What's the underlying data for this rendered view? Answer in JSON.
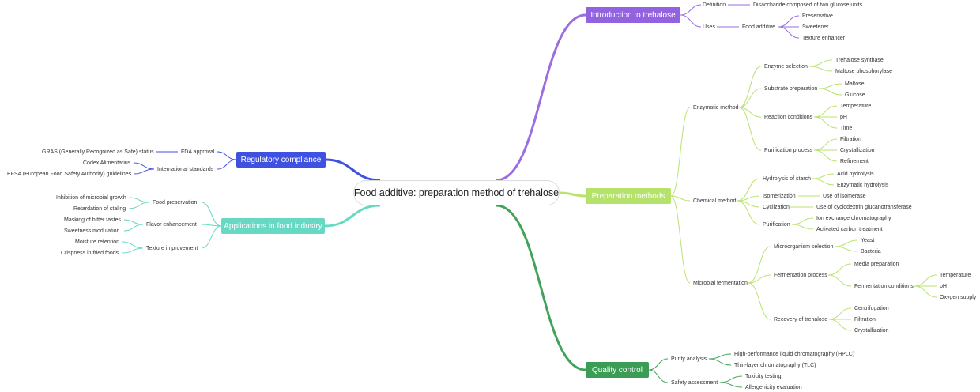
{
  "colors": {
    "purple": "#9a6ee0",
    "green": "#b9e36f",
    "darkgreen": "#41a35a",
    "blue": "#3f51e0",
    "teal": "#67d8c3"
  },
  "root": {
    "label": "Food additive: preparation method of trehalose"
  },
  "branches": [
    {
      "id": "intro",
      "label": "Introduction to trehalose",
      "color": "#9262e0"
    },
    {
      "id": "prep",
      "label": "Preparation methods",
      "color": "#b5e26a"
    },
    {
      "id": "quality",
      "label": "Quality control",
      "color": "#3b9c55"
    },
    {
      "id": "reg",
      "label": "Regulatory compliance",
      "color": "#3f51e0"
    },
    {
      "id": "app",
      "label": "Applications in food industry",
      "color": "#67d8c3"
    }
  ],
  "nodes": {
    "definition": "Definition",
    "disaccharide": "Disaccharide composed of two glucose units",
    "uses": "Uses",
    "food_additive": "Food additive",
    "preservative": "Preservative",
    "sweetener": "Sweetener",
    "texture_enhancer": "Texture enhancer",
    "enzymatic_method": "Enzymatic method",
    "enzyme_selection": "Enzyme selection",
    "trehalose_synthase": "Trehalose synthase",
    "maltose_phosphorylase": "Maltose phosphorylase",
    "substrate_preparation": "Substrate preparation",
    "maltose": "Maltose",
    "glucose": "Glucose",
    "reaction_conditions": "Reaction conditions",
    "temperature_1": "Temperature",
    "ph_1": "pH",
    "time": "Time",
    "purification_process": "Purification process",
    "filtration_1": "Filtration",
    "crystallization_1": "Crystallization",
    "refinement": "Refinement",
    "chemical_method": "Chemical method",
    "hydrolysis_of_starch": "Hydrolysis of starch",
    "acid_hydrolysis": "Acid hydrolysis",
    "enzymatic_hydrolysis": "Enzymatic hydrolysis",
    "isomerization": "Isomerization",
    "use_of_isomerase": "Use of isomerase",
    "cyclization": "Cyclization",
    "use_of_cyclodextrin": "Use of cyclodextrin glucanotransferase",
    "purification": "Purification",
    "ion_exchange": "Ion exchange chromatography",
    "activated_carbon": "Activated carbon treatment",
    "microbial_fermentation": "Microbial fermentation",
    "microorganism_selection": "Microorganism selection",
    "yeast": "Yeast",
    "bacteria": "Bacteria",
    "fermentation_process": "Fermentation process",
    "media_preparation": "Media preparation",
    "fermentation_conditions": "Fermentation conditions",
    "temperature_2": "Temperature",
    "ph_2": "pH",
    "oxygen_supply": "Oxygen supply",
    "recovery_of_trehalose": "Recovery of trehalose",
    "centrifugation": "Centrifugation",
    "filtration_2": "Filtration",
    "crystallization_2": "Crystallization",
    "purity_analysis": "Purity analysis",
    "hplc": "High-performance liquid chromatography (HPLC)",
    "tlc": "Thin-layer chromatography (TLC)",
    "safety_assessment": "Safety assessment",
    "toxicity_testing": "Toxicity testing",
    "allergenicity_evaluation": "Allergenicity evaluation",
    "fda_approval": "FDA approval",
    "gras": "GRAS (Generally Recognized as Safe) status",
    "international_standards": "International standards",
    "codex": "Codex Alimentarius",
    "efsa": "EFSA (European Food Safety Authority) guidelines",
    "food_preservation": "Food preservation",
    "inhibition_microbial": "Inhibition of microbial growth",
    "retardation_staling": "Retardation of staling",
    "flavor_enhancement": "Flavor enhancement",
    "masking_bitter": "Masking of bitter tastes",
    "sweetness_modulation": "Sweetness modulation",
    "texture_improvement": "Texture improvement",
    "moisture_retention": "Moisture retention",
    "crispness_fried": "Crispness in fried foods"
  }
}
